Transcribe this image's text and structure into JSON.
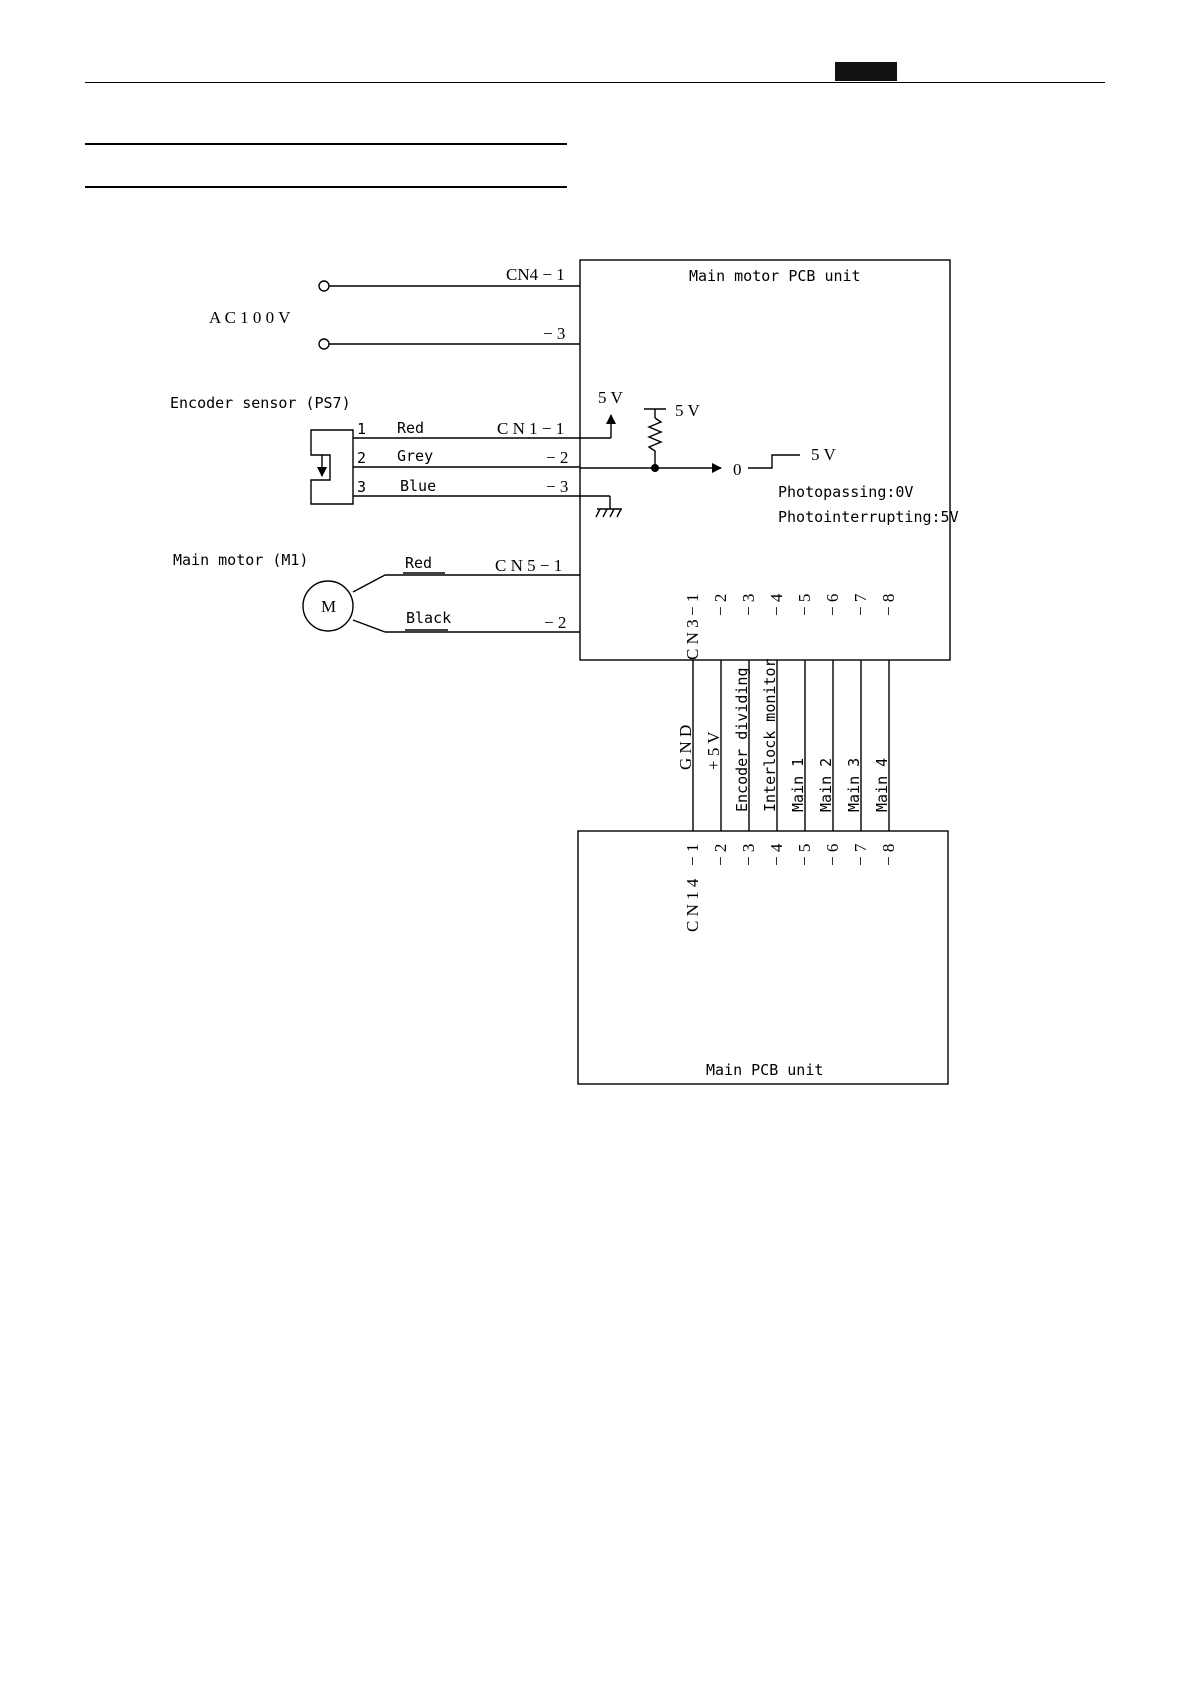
{
  "header": {
    "tab_color": "#111111"
  },
  "diagram": {
    "supply": {
      "label": "A C 1 0 0 V",
      "pin1": "CN4 − 1",
      "pin3": "− 3"
    },
    "main_motor_pcb": {
      "title": "Main motor PCB unit"
    },
    "encoder": {
      "title": "Encoder sensor (PS7)",
      "pins": [
        {
          "num": "1",
          "color": "Red",
          "conn": "C N 1 − 1"
        },
        {
          "num": "2",
          "color": "Grey",
          "conn": "− 2"
        },
        {
          "num": "3",
          "color": "Blue",
          "conn": "− 3"
        }
      ],
      "supply_a": "5 V",
      "supply_b": "5 V",
      "wave_low": "0",
      "wave_high": "5 V",
      "note1": "Photopassing:0V",
      "note2": "Photointerrupting:5V"
    },
    "motor": {
      "title": "Main motor (M1)",
      "symbol": "M",
      "wires": [
        {
          "color": "Red",
          "conn": "C N 5 − 1"
        },
        {
          "color": "Black",
          "conn": "− 2"
        }
      ]
    },
    "cn3": {
      "name": "C N 3",
      "pins": [
        "− 1",
        "− 2",
        "− 3",
        "− 4",
        "− 5",
        "− 6",
        "− 7",
        "− 8"
      ]
    },
    "signals": [
      "G N D",
      "+ 5 V",
      "Encoder dividing",
      "Interlock monitor",
      "Main 1",
      "Main 2",
      "Main 3",
      "Main 4"
    ],
    "cn14": {
      "name": "C N 1 4",
      "pins": [
        "− 1",
        "− 2",
        "− 3",
        "− 4",
        "− 5",
        "− 6",
        "− 7",
        "− 8"
      ]
    },
    "main_pcb": {
      "title": "Main PCB unit"
    }
  }
}
